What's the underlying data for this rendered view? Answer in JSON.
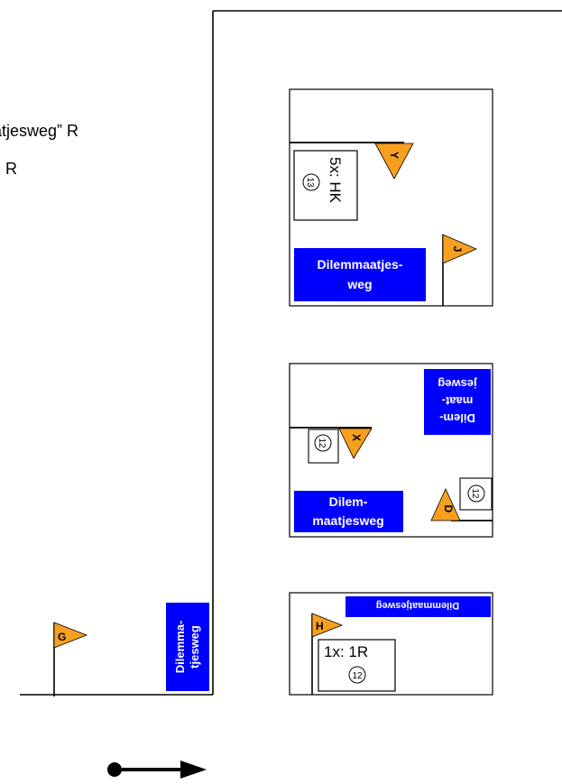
{
  "header_text": {
    "line1": "atjesweg” R",
    "line2": "R"
  },
  "street_name": "Dilemmaatjesweg",
  "road_sign_main": {
    "line1": "Dilemma-",
    "line2": "tjesweg"
  },
  "panel_top": {
    "sign_line1": "Dilemmaatjes-",
    "sign_line2": "weg",
    "box_text": "5x: HK",
    "box_circle": "13",
    "flag_y": "Y",
    "flag_j": "J"
  },
  "panel_middle": {
    "sign_line1": "Dilem-",
    "sign_line2": "maatjesweg",
    "rotated_line1": "Dilem-",
    "rotated_line2": "maat-",
    "rotated_line3": "jesweg",
    "box_circle_left": "12",
    "box_circle_right": "12",
    "flag_x": "X",
    "flag_d": "D"
  },
  "panel_bottom": {
    "rotated_sign": "Dilemmaatjesweg",
    "flag_h": "H",
    "box_text": "1x: 1R",
    "box_circle": "12"
  },
  "flag_g": "G",
  "colors": {
    "sign_blue": "#0000ff",
    "flag_orange": "#f7a020",
    "line": "#000000"
  }
}
